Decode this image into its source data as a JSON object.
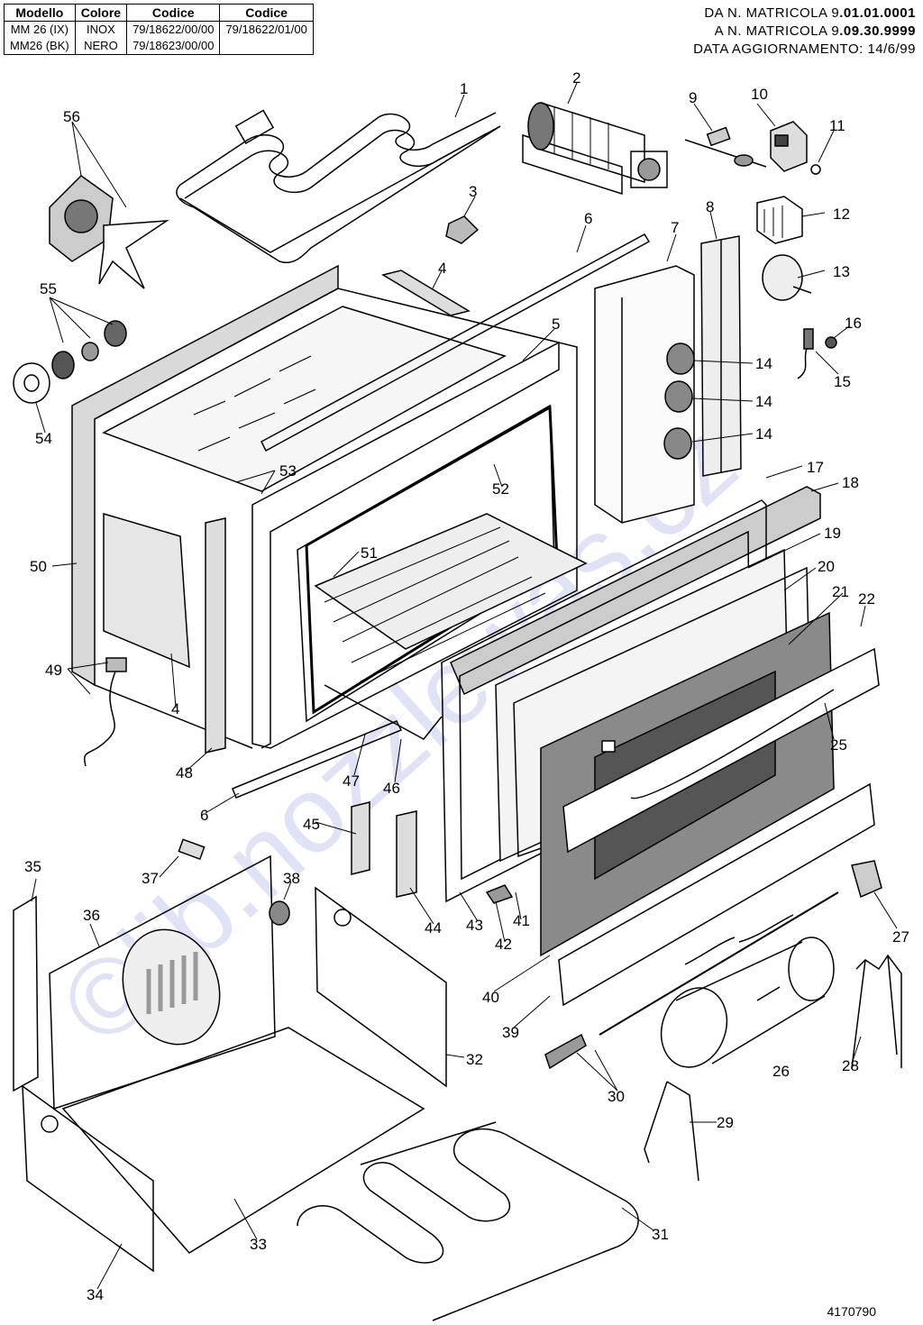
{
  "header": {
    "columns": [
      "Modello",
      "Colore",
      "Codice",
      "Codice"
    ],
    "rows": [
      {
        "models": [
          "MM 26 (IX)",
          "MM26 (BK)"
        ],
        "colors": [
          "INOX",
          "NERO"
        ],
        "code1": [
          "79/18622/00/00",
          "79/18623/00/00"
        ],
        "code2": [
          "79/18622/01/00",
          ""
        ]
      }
    ]
  },
  "serial": {
    "line1_prefix": "DA N. MATRICOLA 9",
    "line1_value": ".01.01.0001",
    "line2_prefix": "A N. MATRICOLA 9",
    "line2_value": ".09.30.9999",
    "line3": "DATA AGGIORNAMENTO: 14/6/99"
  },
  "watermark": "©lib.nozzlewas.cz",
  "doc_number": "4170790",
  "part_labels": [
    "1",
    "2",
    "3",
    "4",
    "4",
    "5",
    "6",
    "6",
    "7",
    "8",
    "9",
    "10",
    "11",
    "12",
    "13",
    "14",
    "14",
    "14",
    "15",
    "16",
    "17",
    "18",
    "19",
    "20",
    "21",
    "22",
    "25",
    "26",
    "27",
    "28",
    "29",
    "30",
    "31",
    "32",
    "33",
    "34",
    "35",
    "36",
    "37",
    "38",
    "39",
    "40",
    "41",
    "42",
    "43",
    "44",
    "45",
    "46",
    "47",
    "48",
    "49",
    "50",
    "51",
    "52",
    "53",
    "54",
    "55",
    "56"
  ],
  "colors": {
    "line": "#000000",
    "watermark": "#c8ccee",
    "panel": "#8a8a8a",
    "background": "#ffffff"
  }
}
